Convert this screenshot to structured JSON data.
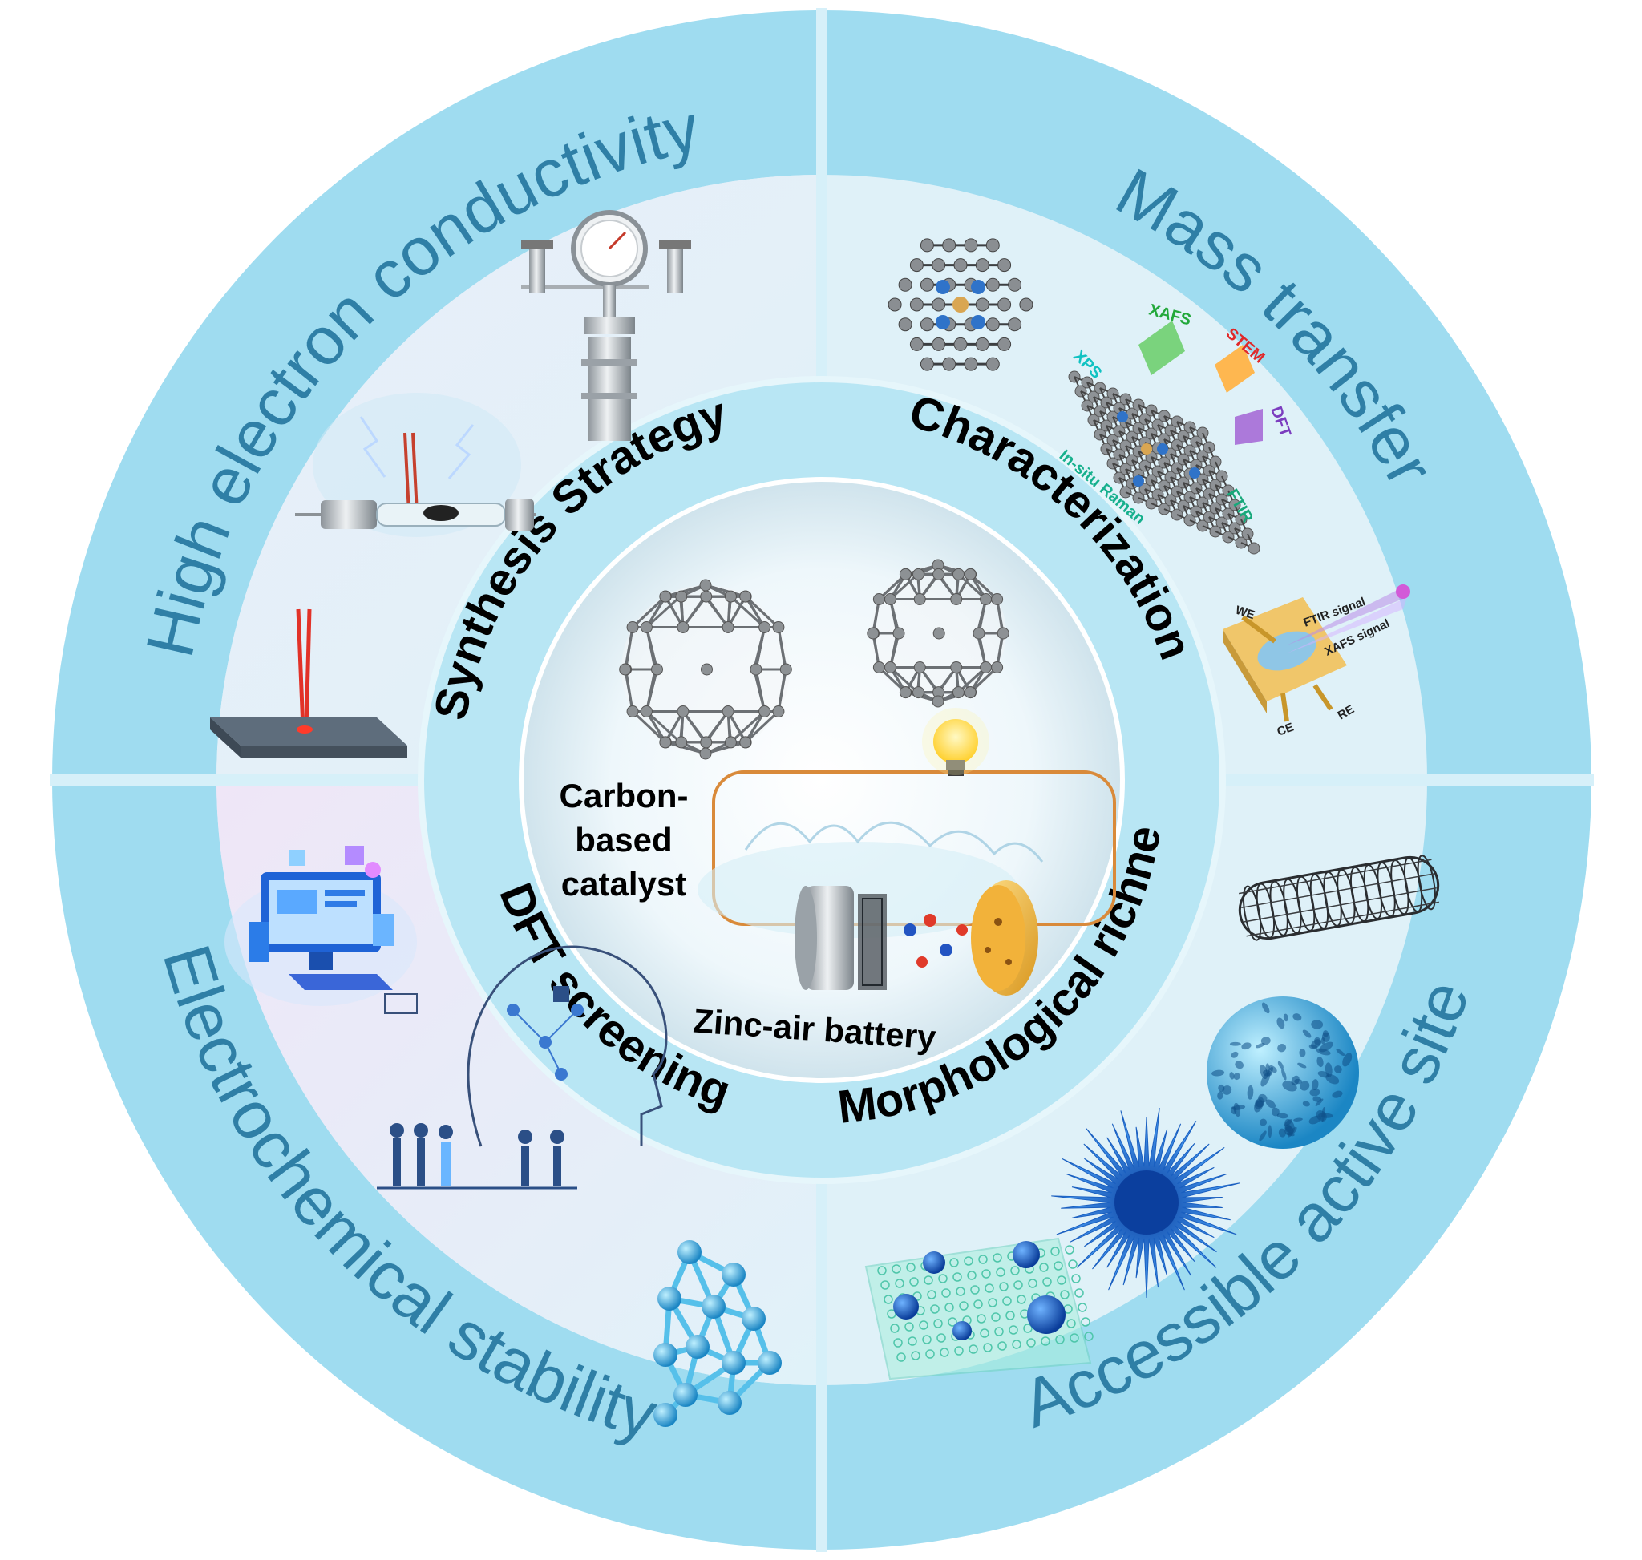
{
  "colors": {
    "outer_ring": "#9fdcf0",
    "middle_ring": "#dff1f8",
    "inner_ring": "#b8e6f4",
    "core": "#f1f8fb",
    "outer_text": "#2f7fa6",
    "inner_text": "#000000",
    "divider": "#d3eef8"
  },
  "outer_ring": {
    "top_left": "High electron conductivity",
    "top_right": "Mass transfer",
    "bottom_left": "Electrochemical stability",
    "bottom_right": "Accessible active site"
  },
  "inner_ring": {
    "synthesis": "Synthesis Strategy",
    "characterization": "Characterization",
    "dft": "DFT screening",
    "morphology": "Morphological richne"
  },
  "center": {
    "catalyst_line1": "Carbon-",
    "catalyst_line2": "based",
    "catalyst_line3": "catalyst",
    "battery": "Zinc-air battery"
  },
  "characterization_techniques": {
    "xps": "XPS",
    "xafs": "XAFS",
    "stem": "STEM",
    "dft": "DFT",
    "ftir": "FTIR",
    "raman": "In-situ Raman"
  },
  "electrode_cell": {
    "we": "WE",
    "ce": "CE",
    "re": "RE",
    "ftir_signal": "FTIR signal",
    "xafs_signal": "XAFS signal"
  },
  "icons": [
    "autoclave-reactor-icon",
    "arc-discharge-icon",
    "laser-ablation-icon",
    "graphene-lattice-icon",
    "carbon-sheet-icon",
    "in-situ-cell-icon",
    "computer-workstation-icon",
    "ai-brain-icon",
    "molecular-cluster-icon",
    "carbon-nanotube-icon",
    "porous-sphere-icon",
    "spiky-sphere-icon",
    "graphene-nanoparticle-icon",
    "fullerene-icon",
    "light-bulb-icon"
  ]
}
